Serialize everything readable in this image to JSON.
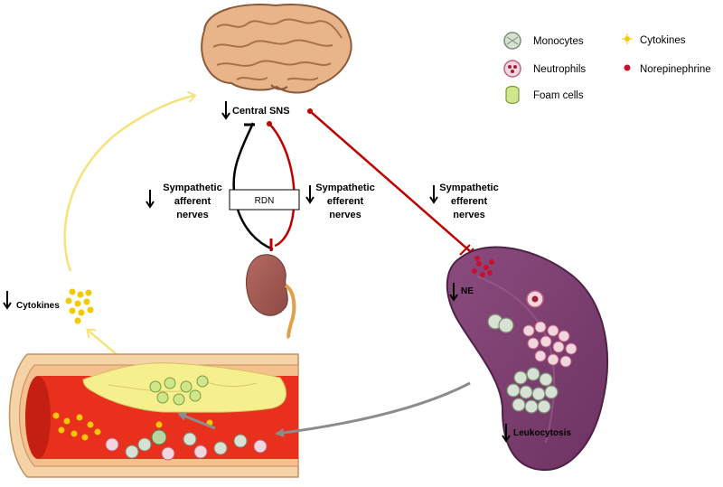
{
  "labels": {
    "central_sns": "Central SNS",
    "rdn": "RDN",
    "afferent_line1": "Sympathetic",
    "afferent_line2": "afferent",
    "afferent_line3": "nerves",
    "efferent_line1": "Sympathetic",
    "efferent_line2": "efferent",
    "efferent_line3": "nerves",
    "efferent2_line1": "Sympathetic",
    "efferent2_line2": "efferent",
    "efferent2_line3": "nerves",
    "cytokines": "Cytokines",
    "ne": "NE",
    "leukocytosis": "Leukocytosis"
  },
  "legend": [
    {
      "label": "Monocytes",
      "icon": "monocyte-icon"
    },
    {
      "label": "Cytokines",
      "icon": "cytokine-icon"
    },
    {
      "label": "Neutrophils",
      "icon": "neutrophil-icon"
    },
    {
      "label": "Norepinephrine",
      "icon": "norepinephrine-icon"
    },
    {
      "label": "Foam cells",
      "icon": "foam-cell-icon"
    }
  ],
  "colors": {
    "efferent_pathway": "#c00000",
    "afferent_pathway": "#000000",
    "cytokine_pathway": "#f7e27a",
    "spleen": "#7b3f6e",
    "vessel_wall": "#f5d3a6",
    "lumen": "#e8301c",
    "plaque": "#f6ef8e",
    "arrow_gray": "#8c8c8c"
  }
}
